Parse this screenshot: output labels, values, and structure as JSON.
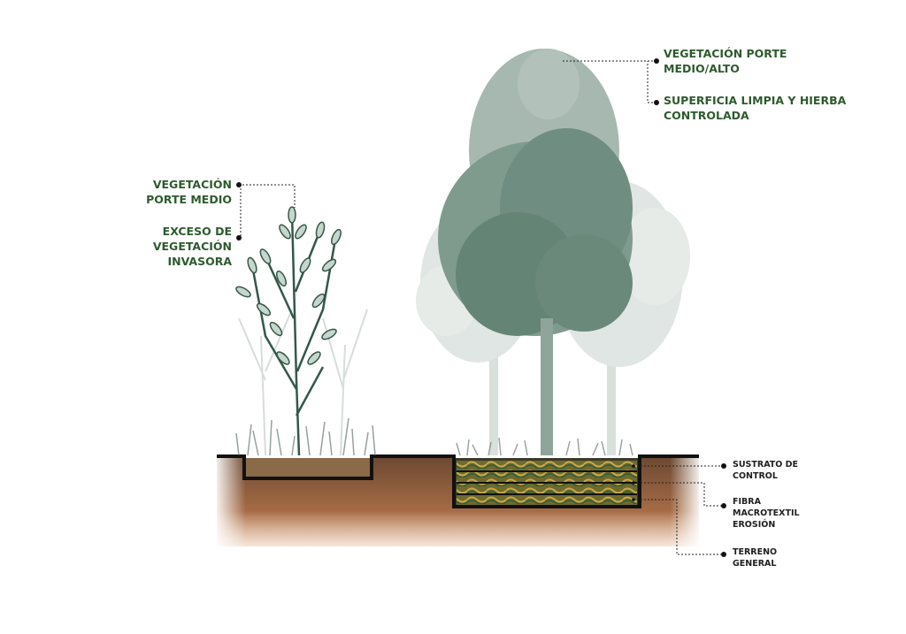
{
  "labels": {
    "vegetacion_porte_medio": "VEGETACIÓN\nPORTE MEDIO",
    "exceso_vegetacion": "EXCESO DE\nVEGETACIÓN\nINVASORA",
    "vegetacion_porte_medio_alto": "VEGETACIÓN PORTE\nMEDIO/ALTO",
    "superficie_limpia": "SUPERFICIA LIMPIA Y HIERBA\nCONTROLADA",
    "sustrato_control": "SUSTRATO DE\nCONTROL",
    "fibra_macrotextil": "FIBRA\nMACROTEXTIL\nEROSIÓN",
    "terreno_general": "TERRENO\nGENERAL"
  },
  "colors": {
    "label_green": "#2f5a2f",
    "label_dark": "#1f1f1f",
    "soil_top": "#6d4a33",
    "soil_bottom": "#c5835a",
    "tree_dark": "#5f7f70",
    "tree_light": "#c7d2cd",
    "shrub": "#34574a"
  }
}
